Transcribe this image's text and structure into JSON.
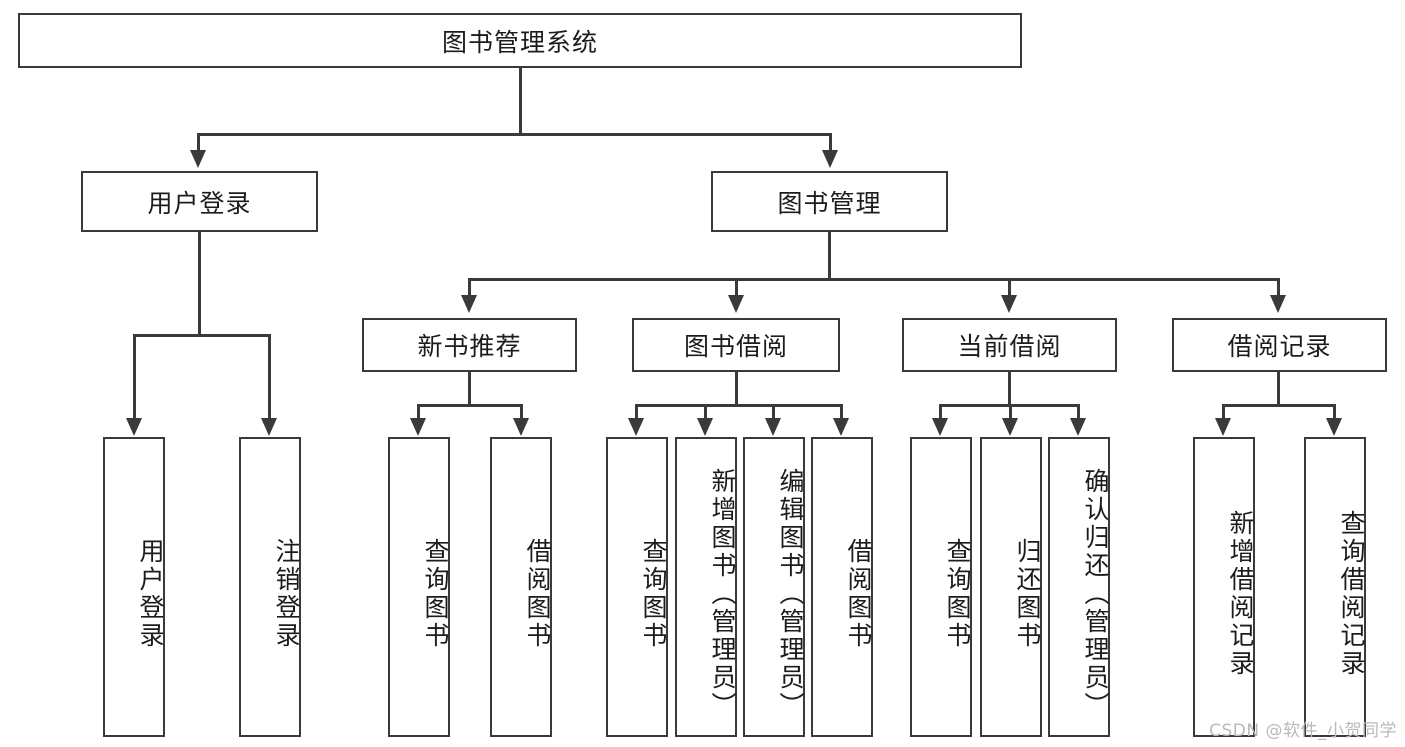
{
  "diagram": {
    "type": "tree-hierarchy-chart",
    "title": "图书管理系统",
    "stroke_color": "#3a3a3a",
    "box_fill": "#ffffff",
    "levels": [
      {
        "level": 1,
        "nodes": [
          {
            "label": "图书管理系统",
            "orientation": "horizontal"
          }
        ]
      },
      {
        "level": 2,
        "nodes": [
          {
            "label": "用户登录",
            "orientation": "horizontal"
          },
          {
            "label": "图书管理",
            "orientation": "horizontal"
          }
        ]
      },
      {
        "level": 3,
        "nodes": [
          {
            "label": "新书推荐",
            "orientation": "horizontal"
          },
          {
            "label": "图书借阅",
            "orientation": "horizontal"
          },
          {
            "label": "当前借阅",
            "orientation": "horizontal"
          },
          {
            "label": "借阅记录",
            "orientation": "horizontal"
          }
        ]
      },
      {
        "level": 4,
        "nodes": [
          {
            "label": "用户登录",
            "orientation": "vertical",
            "parent": "用户登录"
          },
          {
            "label": "注销登录",
            "orientation": "vertical",
            "parent": "用户登录"
          },
          {
            "label": "查询图书",
            "orientation": "vertical",
            "parent": "新书推荐"
          },
          {
            "label": "借阅图书",
            "orientation": "vertical",
            "parent": "新书推荐"
          },
          {
            "label": "查询图书",
            "orientation": "vertical",
            "parent": "图书借阅"
          },
          {
            "label": "新增图书（管理员）",
            "orientation": "vertical",
            "parent": "图书借阅"
          },
          {
            "label": "编辑图书（管理员）",
            "orientation": "vertical",
            "parent": "图书借阅"
          },
          {
            "label": "借阅图书",
            "orientation": "vertical",
            "parent": "图书借阅"
          },
          {
            "label": "查询图书",
            "orientation": "vertical",
            "parent": "当前借阅"
          },
          {
            "label": "归还图书",
            "orientation": "vertical",
            "parent": "当前借阅"
          },
          {
            "label": "确认归还（管理员）",
            "orientation": "vertical",
            "parent": "当前借阅"
          },
          {
            "label": "新增借阅记录",
            "orientation": "vertical",
            "parent": "借阅记录"
          },
          {
            "label": "查询借阅记录",
            "orientation": "vertical",
            "parent": "借阅记录"
          }
        ]
      }
    ]
  },
  "nodes": {
    "root": "图书管理系统",
    "user_login": "用户登录",
    "book_manage": "图书管理",
    "new_book_rec": "新书推荐",
    "book_borrow": "图书借阅",
    "current_borrow": "当前借阅",
    "borrow_record": "借阅记录",
    "leaf_user_login": "用户登录",
    "leaf_logout": "注销登录",
    "leaf_query_book_1": "查询图书",
    "leaf_borrow_book_1": "借阅图书",
    "leaf_query_book_2": "查询图书",
    "leaf_add_book_admin": "新增图书（管理员）",
    "leaf_edit_book_admin": "编辑图书（管理员）",
    "leaf_borrow_book_2": "借阅图书",
    "leaf_query_book_3": "查询图书",
    "leaf_return_book": "归还图书",
    "leaf_confirm_return_admin": "确认归还（管理员）",
    "leaf_add_borrow_record": "新增借阅记录",
    "leaf_query_borrow_record": "查询借阅记录"
  },
  "watermark": {
    "text": "CSDN @软件_小贺同学"
  }
}
